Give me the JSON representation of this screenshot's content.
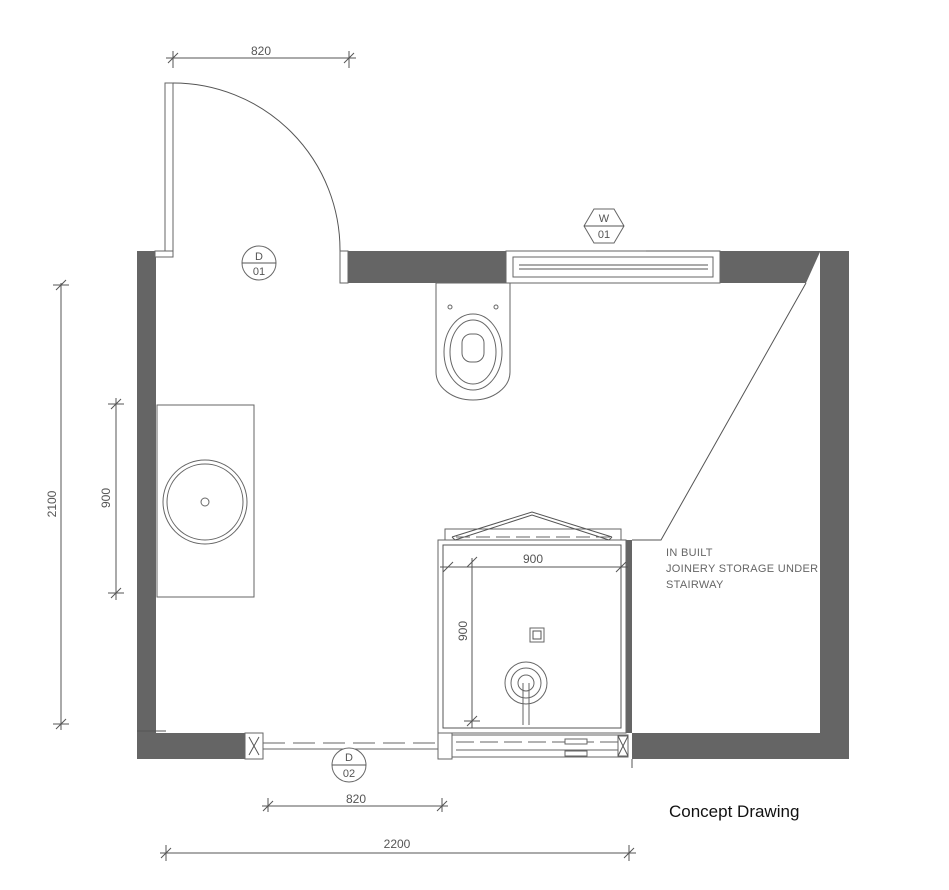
{
  "colors": {
    "wall": "#656565",
    "line": "#555555",
    "background": "#ffffff"
  },
  "dimensions": {
    "door_top_width": "820",
    "door_bottom_width": "820",
    "room_width": "2200",
    "room_height": "2100",
    "vanity_length": "900",
    "shower_width": "900",
    "shower_depth": "900"
  },
  "tags": {
    "door_top": {
      "letter": "D",
      "number": "01"
    },
    "door_bottom": {
      "letter": "D",
      "number": "02"
    },
    "window": {
      "letter": "W",
      "number": "01"
    }
  },
  "notes": {
    "storage": [
      "IN BUILT",
      "JOINERY STORAGE UNDER",
      "STAIRWAY"
    ]
  },
  "caption": "Concept Drawing",
  "icons": [
    "door-swing-icon",
    "toilet-icon",
    "basin-icon",
    "shower-drain-icon",
    "shower-head-icon",
    "window-icon"
  ]
}
